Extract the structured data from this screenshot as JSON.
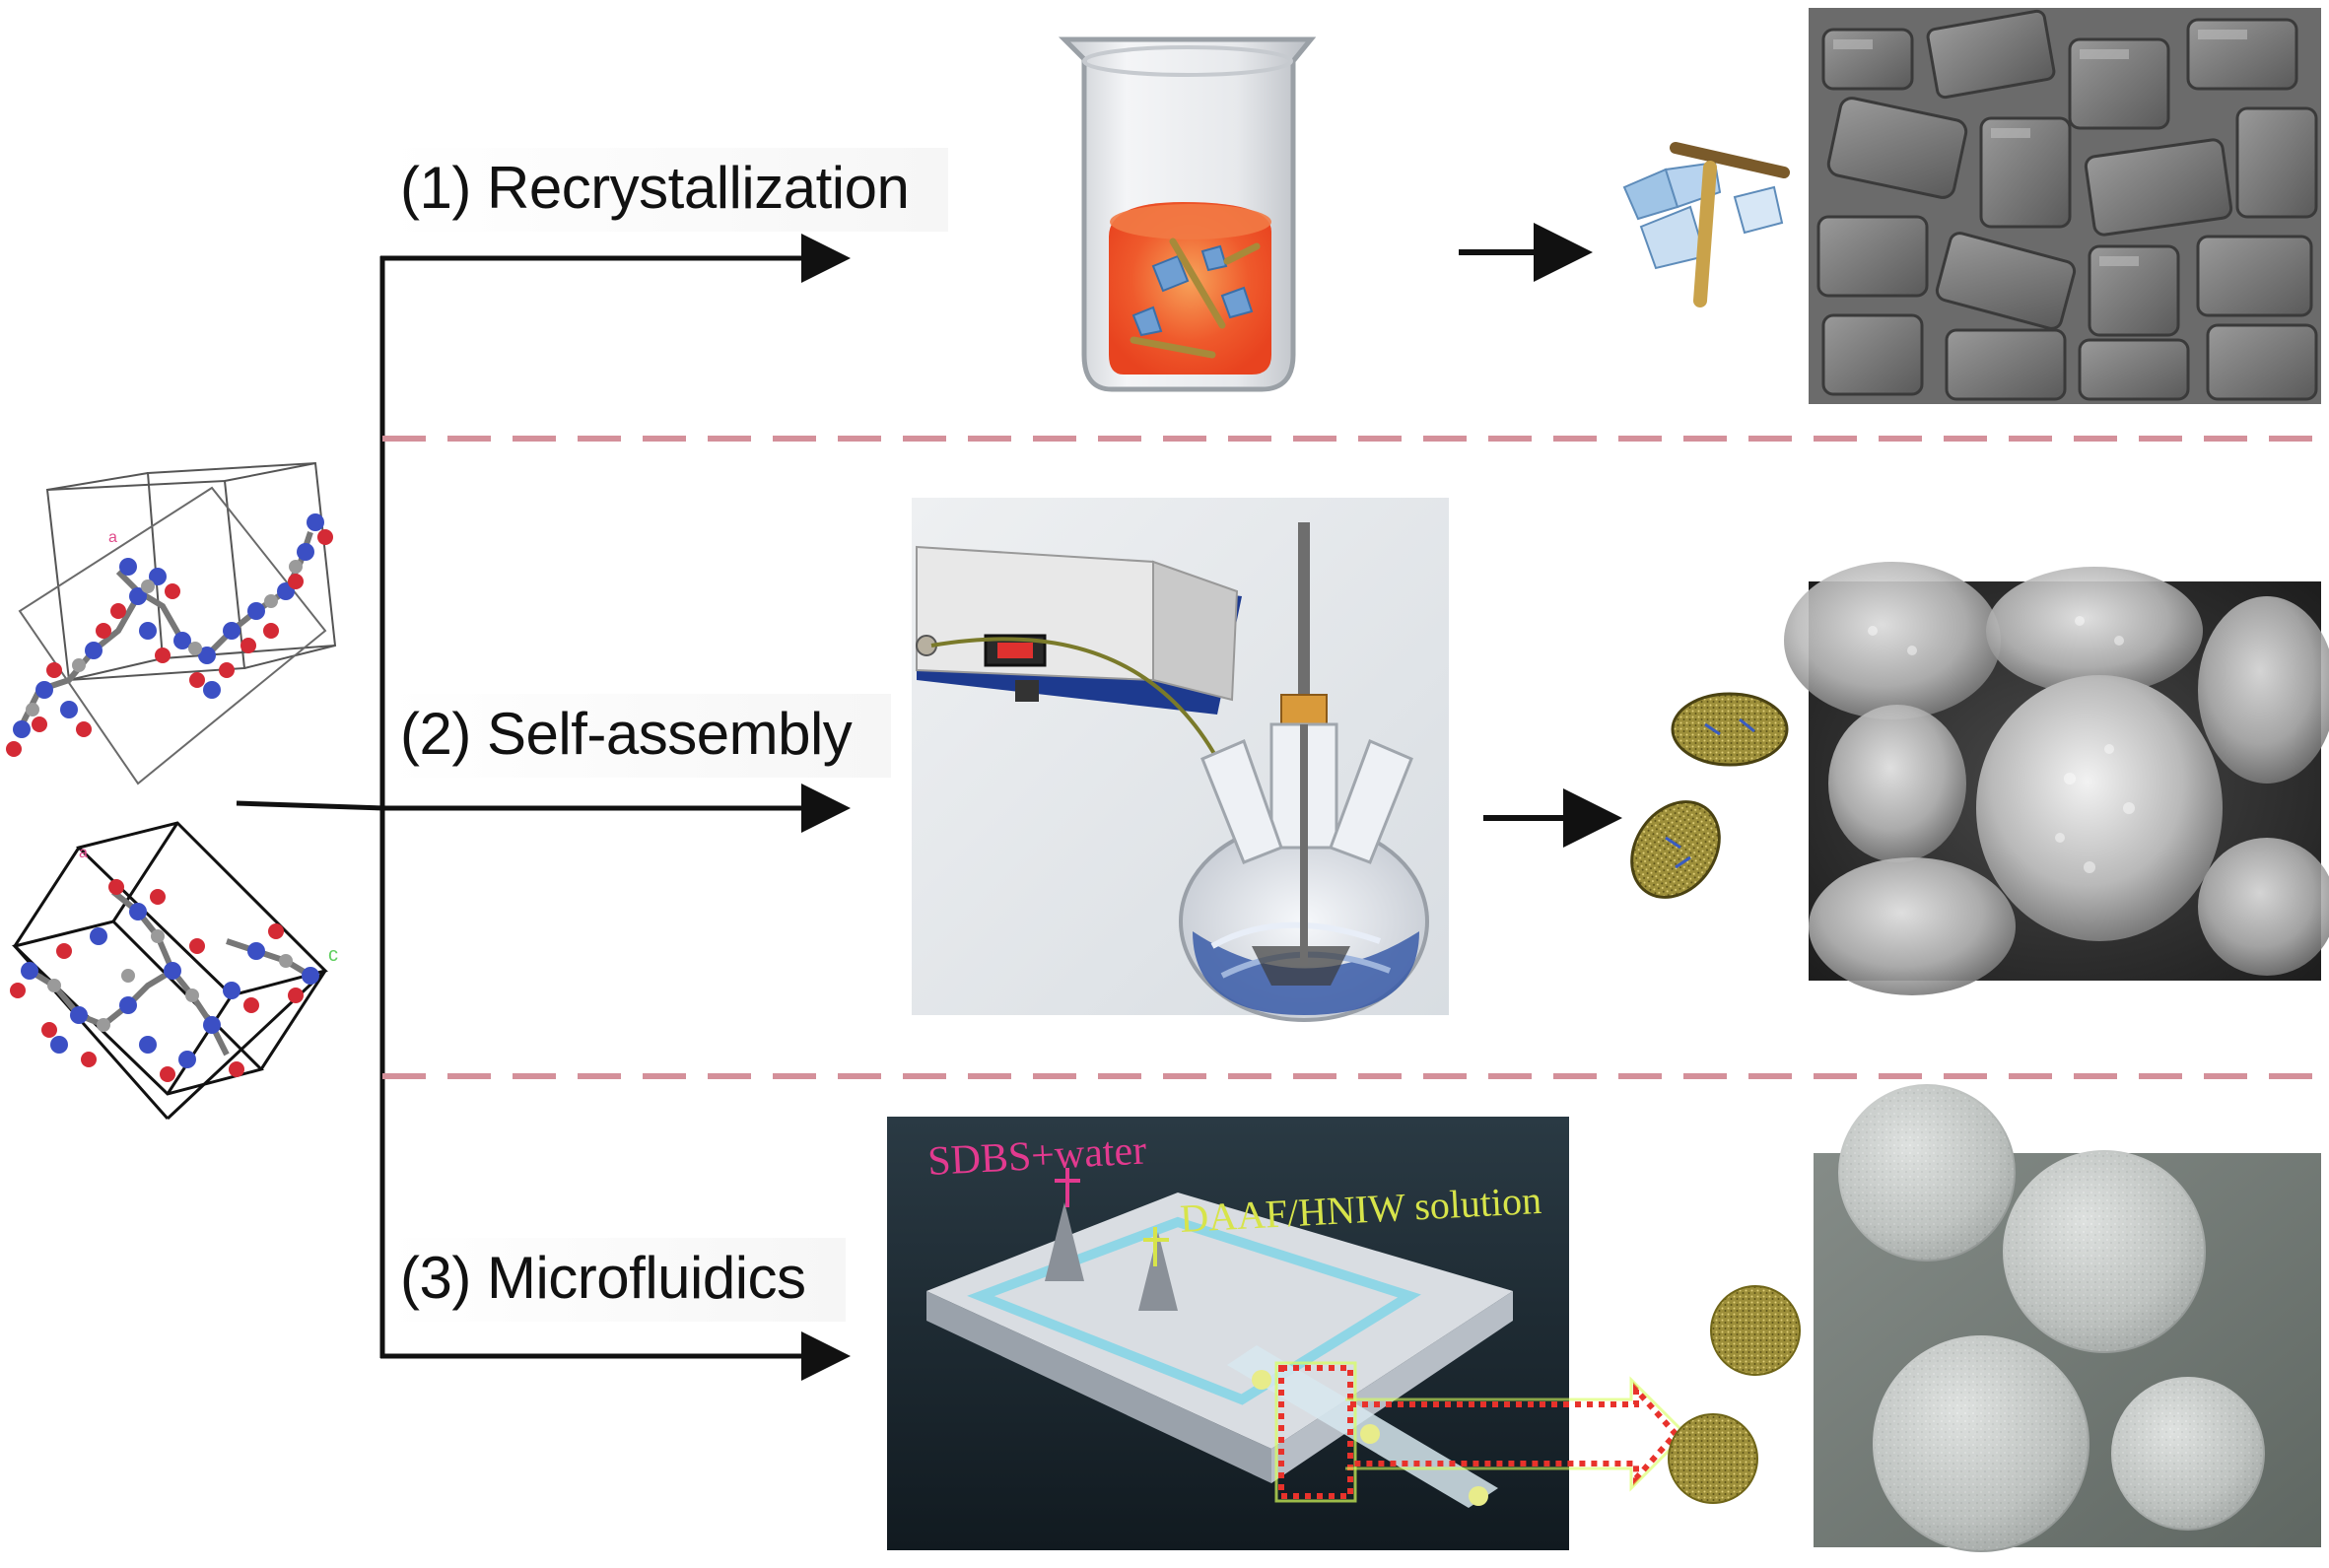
{
  "colors": {
    "arrow": "#111111",
    "divider": "#d4909a",
    "sem_gray": "#8a8a8a",
    "liquid_orange": "#ef5a2c",
    "particle_olive": "#8a7a3a",
    "chip_background": "#1f2b33",
    "sdbs_label": "#e23a8f",
    "daaf_label": "#d7e44a",
    "channel_dotted": "#e8322b"
  },
  "methods": [
    {
      "id": "recrystallization",
      "label": "(1) Recrystallization",
      "particle_shape": "irregular crystals"
    },
    {
      "id": "self-assembly",
      "label": "(2) Self-assembly",
      "particle_shape": "rough spheroids"
    },
    {
      "id": "microfluidics",
      "label": "(3) Microfluidics",
      "particle_shape": "smooth spheres"
    }
  ],
  "microfluidic_chip": {
    "inlet_1": "SDBS+water",
    "inlet_2": "DAAF/HNIW solution"
  },
  "crystal_cell_axes": {
    "a_label": "a",
    "c_label": "c"
  },
  "icons": [
    "beaker-icon",
    "stir-apparatus-icon",
    "microfluidic-chip-icon",
    "crystal-structure-icon",
    "particle-icon",
    "sem-micrograph-icon"
  ]
}
